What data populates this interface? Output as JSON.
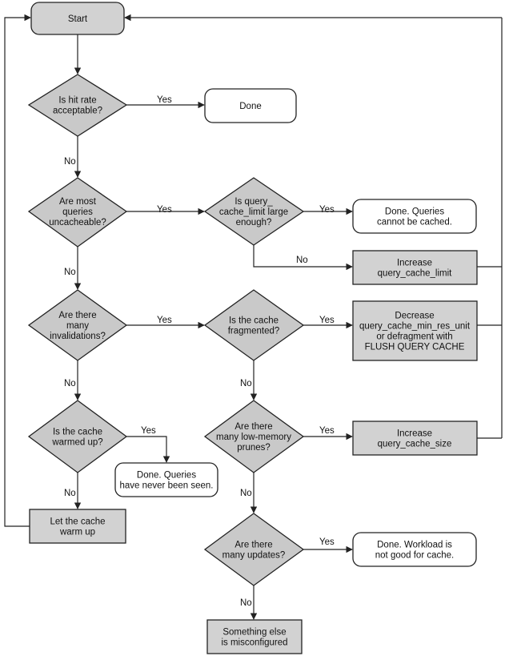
{
  "nodes": {
    "start": [
      "Start"
    ],
    "q_hit_rate": [
      "Is hit rate",
      "acceptable?"
    ],
    "done": [
      "Done"
    ],
    "q_uncacheable": [
      "Are most",
      "queries",
      "uncacheable?"
    ],
    "q_limit": [
      "Is query_",
      "cache_limit large",
      "enough?"
    ],
    "done_cannot_cache": [
      "Done. Queries",
      "cannot be cached."
    ],
    "increase_limit": [
      "Increase",
      "query_cache_limit"
    ],
    "q_invalidations": [
      "Are there",
      "many",
      "invalidations?"
    ],
    "q_fragmented": [
      "Is the cache",
      "fragmented?"
    ],
    "decrease_min_res": [
      "Decrease",
      "query_cache_min_res_unit",
      "or defragment with",
      "FLUSH QUERY CACHE"
    ],
    "q_warmed": [
      "Is the cache",
      "warmed up?"
    ],
    "q_low_memory": [
      "Are there",
      "many low-memory",
      "prunes?"
    ],
    "increase_size": [
      "Increase",
      "query_cache_size"
    ],
    "done_never_seen": [
      "Done. Queries",
      "have never been seen."
    ],
    "warm_up": [
      "Let the cache",
      "warm up"
    ],
    "q_updates": [
      "Are there",
      "many updates?"
    ],
    "done_workload": [
      "Done. Workload is",
      "not good for cache."
    ],
    "misconfigured": [
      "Something else",
      "is misconfigured"
    ]
  },
  "edge_labels": {
    "hit_rate_yes": "Yes",
    "hit_rate_no": "No",
    "uncacheable_yes": "Yes",
    "uncacheable_no": "No",
    "limit_yes": "Yes",
    "limit_no": "No",
    "invalidations_yes": "Yes",
    "invalidations_no": "No",
    "fragmented_yes": "Yes",
    "fragmented_no": "No",
    "warmed_yes": "Yes",
    "warmed_no": "No",
    "low_memory_yes": "Yes",
    "low_memory_no": "No",
    "updates_yes": "Yes",
    "updates_no": "No"
  },
  "colors": {
    "node_fill": "#d2d2d2",
    "decision_fill": "#c9c9c9",
    "terminal_fill": "#ffffff",
    "line": "#222222"
  }
}
